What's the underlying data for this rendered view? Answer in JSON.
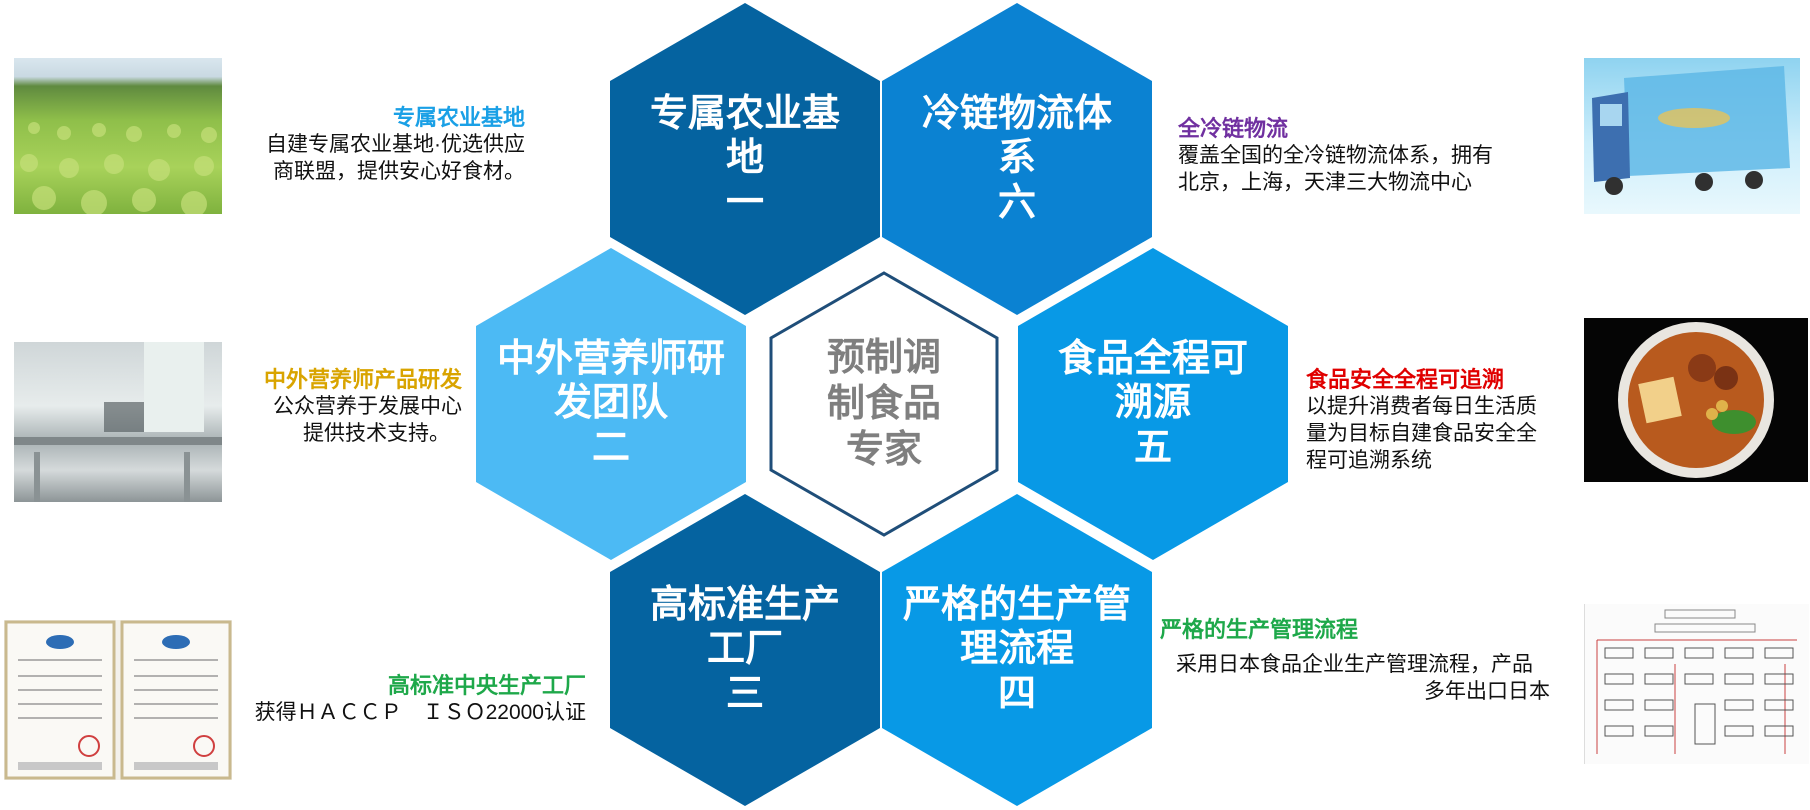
{
  "center": {
    "text": "预制调制食品专家",
    "color": "#7f7f7f"
  },
  "hexagons": [
    {
      "title": "专属农业基地",
      "num": "一",
      "color": "#0563a0"
    },
    {
      "title": "中外营养师研发团队",
      "num": "二",
      "color": "#4cbaf4"
    },
    {
      "title": "高标准生产工厂",
      "num": "三",
      "color": "#0563a0"
    },
    {
      "title": "严格的生产管理流程",
      "num": "四",
      "color": "#0899e6"
    },
    {
      "title": "食品全程可溯源",
      "num": "五",
      "color": "#0899e6"
    },
    {
      "title": "冷链物流体系",
      "num": "六",
      "color": "#0b82d2"
    }
  ],
  "descriptions": {
    "farm": {
      "heading": "专属农业基地",
      "heading_color": "#1aa0e6",
      "body": "自建专属农业基地·优选供应商联盟，提供安心好食材。"
    },
    "nutrition": {
      "heading": "中外营养师产品研发",
      "heading_color": "#d9a400",
      "body_line1": "公众营养于发展中心",
      "body_line2": "提供技术支持。"
    },
    "factory": {
      "heading": "高标准中央生产工厂",
      "heading_color": "#1ea84a",
      "body": "获得ＨＡＣＣＰ　ＩＳＯ22000认证"
    },
    "coldchain": {
      "heading": "全冷链物流",
      "heading_color": "#7030a0",
      "body_line1": "覆盖全国的全冷链物流体系，拥有",
      "body_line2": "北京，上海，天津三大物流中心"
    },
    "trace": {
      "heading": "食品安全全程可追溯",
      "heading_color": "#e00000",
      "body_line1": "以提升消费者每日生活质",
      "body_line2": "量为目标自建食品安全全",
      "body_line3": "程可追溯系统"
    },
    "process": {
      "heading": "严格的生产管理流程",
      "heading_color": "#1ea84a",
      "body_line1": "采用日本食品企业生产管理流程，产品",
      "body_line2": "多年出口日本"
    }
  },
  "images": {
    "farm_photo": "lettuce-field-photo",
    "lab_photo": "stainless-kitchen-photo",
    "certificates_photo": "certificates-photo",
    "truck_photo": "ice-truck-photo",
    "noodle_photo": "noodle-bowl-photo",
    "flowchart_photo": "flowchart-document-photo"
  }
}
